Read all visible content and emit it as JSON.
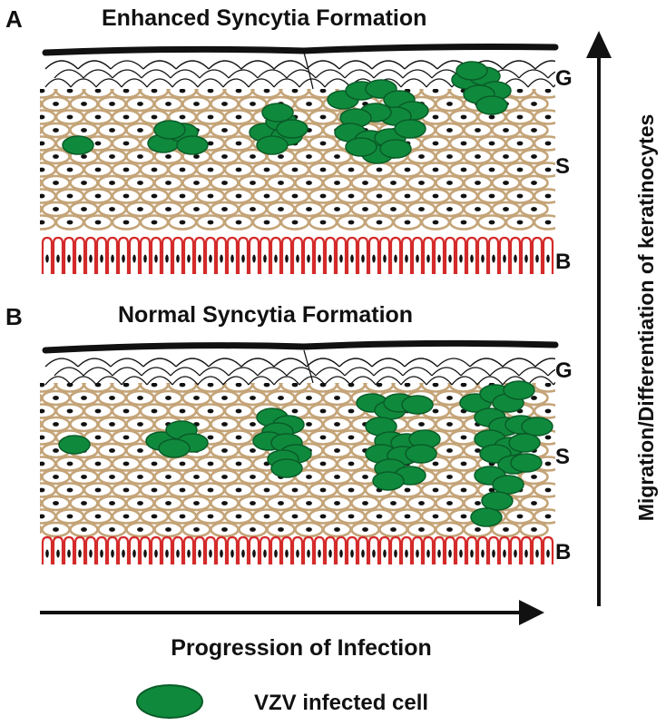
{
  "panel_a": {
    "letter": "A",
    "title": "Enhanced Syncytia Formation",
    "layers": [
      "G",
      "S",
      "B"
    ]
  },
  "panel_b": {
    "letter": "B",
    "title": "Normal Syncytia Formation",
    "layers": [
      "G",
      "S",
      "B"
    ]
  },
  "x_axis": {
    "label": "Progression of Infection"
  },
  "y_axis": {
    "label": "Migration/Differentiation of keratinocytes"
  },
  "legend": {
    "label": "VZV infected cell",
    "icon": "green-ellipse-icon"
  },
  "colors": {
    "keratinocyte": "#c4a478",
    "infected": "#0f8a3c",
    "infected_stroke": "#0a5c28",
    "basal": "#d42a2a",
    "stratum_corneum": "#111111",
    "arrow": "#111111"
  }
}
